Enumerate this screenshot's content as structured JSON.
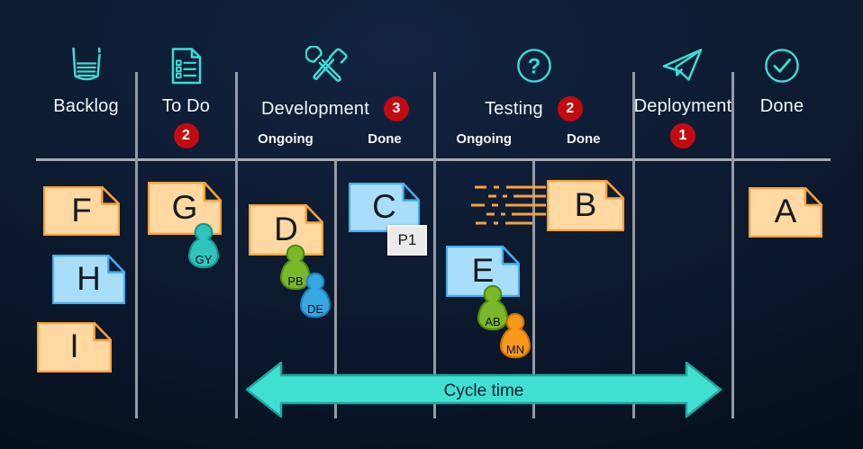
{
  "columns": [
    {
      "label": "Backlog",
      "icon": "backlog-basket-icon"
    },
    {
      "label": "To Do",
      "icon": "todo-checklist-icon",
      "wip_limit": "2"
    },
    {
      "label": "Development",
      "icon": "development-tools-icon",
      "wip_limit": "3",
      "sub_columns": [
        "Ongoing",
        "Done"
      ]
    },
    {
      "label": "Testing",
      "icon": "testing-question-icon",
      "wip_limit": "2",
      "sub_columns": [
        "Ongoing",
        "Done"
      ]
    },
    {
      "label": "Deployment",
      "icon": "deployment-paper-plane-icon",
      "wip_limit": "1"
    },
    {
      "label": "Done",
      "icon": "done-check-icon"
    }
  ],
  "cards": {
    "F": {
      "letter": "F",
      "column": "Backlog",
      "color": "orange"
    },
    "H": {
      "letter": "H",
      "column": "Backlog",
      "color": "blue"
    },
    "I": {
      "letter": "I",
      "column": "Backlog",
      "color": "orange"
    },
    "G": {
      "letter": "G",
      "column": "To Do",
      "color": "orange"
    },
    "D": {
      "letter": "D",
      "column": "Development / Ongoing",
      "color": "orange"
    },
    "C": {
      "letter": "C",
      "column": "Development / Done",
      "color": "blue",
      "tag": "P1"
    },
    "E": {
      "letter": "E",
      "column": "Testing / Ongoing",
      "color": "blue"
    },
    "B": {
      "letter": "B",
      "column": "Testing / Done",
      "color": "orange"
    },
    "A": {
      "letter": "A",
      "column": "Done",
      "color": "orange"
    }
  },
  "persons": {
    "GY": {
      "initials": "GY",
      "color": "teal",
      "card": "G"
    },
    "PB": {
      "initials": "PB",
      "color": "green",
      "card": "D"
    },
    "DE": {
      "initials": "DE",
      "color": "blue",
      "card": "D"
    },
    "AB": {
      "initials": "AB",
      "color": "green",
      "card": "E"
    },
    "MN": {
      "initials": "MN",
      "color": "orange",
      "card": "E"
    }
  },
  "tag_p1": {
    "label": "P1"
  },
  "cycle_time": {
    "label": "Cycle time"
  },
  "colors": {
    "accent_teal": "#3cdcd3",
    "wip_badge_red": "#c20b10",
    "card_orange_fill": "#ffd9a1",
    "card_orange_border": "#f9a13c",
    "card_blue_fill": "#a9defb",
    "card_blue_border": "#45aef5",
    "person_teal": "#2ec4bc",
    "person_green": "#7ab829",
    "person_blue": "#35a8e0",
    "person_orange": "#f8991c",
    "cycle_arrow_fill": "#3fe0d2",
    "lane_line": "#9aa0a7"
  }
}
